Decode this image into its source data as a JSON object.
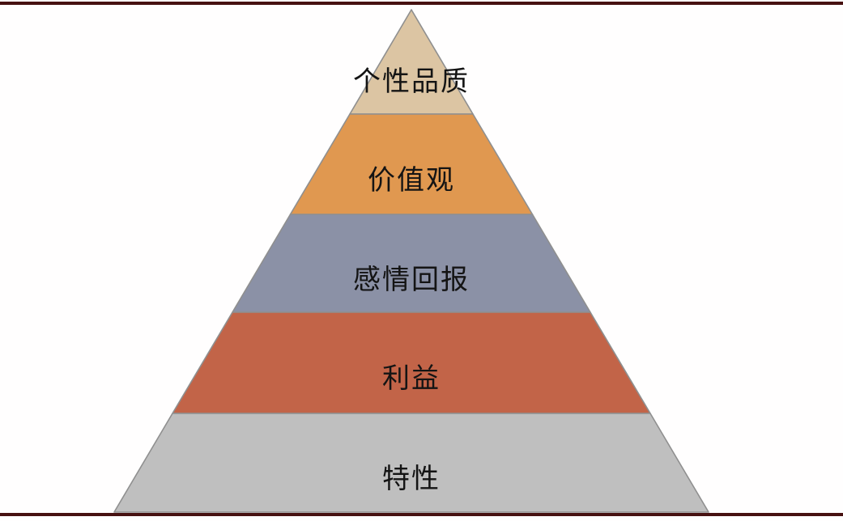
{
  "page": {
    "background_color": "#fffefe",
    "rule_color": "#471111"
  },
  "pyramid": {
    "stroke_color": "#8f8f8f",
    "text_color": "#141414",
    "levels": [
      {
        "label": "个性品质",
        "color": "#dcc5a3"
      },
      {
        "label": "价值观",
        "color": "#e09850"
      },
      {
        "label": "感情回报",
        "color": "#8b91a6"
      },
      {
        "label": "利益",
        "color": "#c26448"
      },
      {
        "label": "特性",
        "color": "#bfbfbf"
      }
    ]
  }
}
